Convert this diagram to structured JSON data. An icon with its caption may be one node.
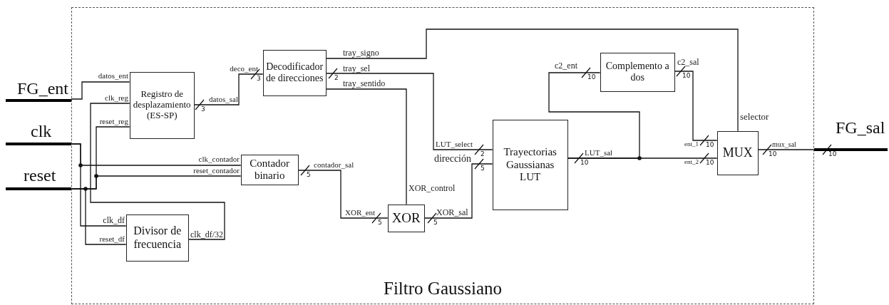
{
  "diagram": {
    "nodes": [
      {
        "text": [
          "Filtro Gaussiano"
        ]
      },
      {
        "text": [
          "FG_ent"
        ]
      },
      {
        "text": [
          "clk"
        ]
      },
      {
        "text": [
          "reset"
        ]
      },
      {
        "text": [
          "Registro de desplazamiento (ES-SP)"
        ],
        "in": 0,
        "beside": [
          "datos_ent",
          "clk_reg",
          "reset_reg",
          "datos_sal",
          "3"
        ]
      },
      {
        "text": [
          "Decodificador de direcciones"
        ],
        "in": 0,
        "beside": [
          "deco_ent",
          "tray_signo",
          "tray_sel",
          "tray_sentido",
          "3",
          "2"
        ]
      },
      {
        "text": [
          "Contador binario"
        ],
        "in": 0,
        "beside": [
          "clk_contador",
          "reset_contador",
          "contador_sal",
          "5"
        ]
      },
      {
        "text": [
          "Divisor de frecuencia"
        ],
        "in": 0,
        "beside": [
          "clk_df",
          "reset_df",
          "clk_df/32"
        ]
      },
      {
        "text": [
          "XOR"
        ],
        "in": 0,
        "beside": [
          "XOR_ent",
          "XOR_control",
          "XOR_sal",
          "5",
          "5"
        ]
      },
      {
        "text": [
          "Trayectorias Gaussianas LUT"
        ],
        "in": 0,
        "beside": [
          "LUT_select",
          "dirección",
          "LUT_sal",
          "2",
          "5",
          "10"
        ]
      },
      {
        "text": [
          "Complemento a dos"
        ],
        "in": 0,
        "beside": [
          "c2_ent",
          "c2_sal",
          "10",
          "10"
        ]
      },
      {
        "text": [
          "MUX"
        ],
        "in": 0,
        "beside": [
          "selector",
          "ent_1",
          "ent_2",
          "mux_sal",
          "10",
          "10",
          "10"
        ]
      },
      {
        "text": [
          "FG_sal"
        ],
        "beside": [
          "10"
        ]
      }
    ],
    "edges": [
      {
        "from": 1,
        "to": 4,
        "arrow": "none"
      },
      {
        "from": 2,
        "to": 6,
        "arrow": "none"
      },
      {
        "from": 2,
        "to": 7,
        "arrow": "none"
      },
      {
        "from": 3,
        "to": 4,
        "arrow": "none"
      },
      {
        "from": 3,
        "to": 6,
        "arrow": "none"
      },
      {
        "from": 3,
        "to": 7,
        "arrow": "none"
      },
      {
        "from": 7,
        "to": 4,
        "arrow": "none"
      },
      {
        "from": 4,
        "to": 5,
        "arrow": "none"
      },
      {
        "from": 5,
        "to": 11,
        "arrow": "none"
      },
      {
        "from": 5,
        "to": 9,
        "arrow": "none"
      },
      {
        "from": 5,
        "to": 8,
        "arrow": "none"
      },
      {
        "from": 6,
        "to": 8,
        "arrow": "none"
      },
      {
        "from": 8,
        "to": 9,
        "arrow": "none"
      },
      {
        "from": 9,
        "to": 11,
        "arrow": "none"
      },
      {
        "from": 9,
        "to": 10,
        "arrow": "none"
      },
      {
        "from": 10,
        "to": 11,
        "arrow": "none"
      },
      {
        "from": 11,
        "to": 12,
        "arrow": "none"
      }
    ]
  }
}
